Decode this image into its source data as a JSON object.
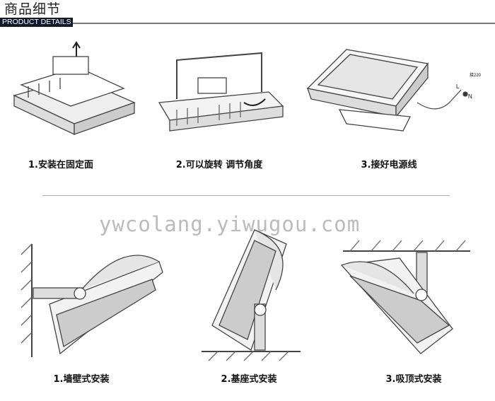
{
  "header": {
    "title": "商品细节",
    "subtitle": "PRODUCT DETAILS"
  },
  "steps": [
    {
      "label": "1.安装在固定面"
    },
    {
      "label": "2.可以旋转 调节角度"
    },
    {
      "label": "3.接好电源线"
    }
  ],
  "wiring": {
    "live": "L",
    "neutral": "N",
    "note": "接220"
  },
  "watermark": "ywcolang.yiwugou.com",
  "mounting": [
    {
      "label": "1.墙壁式安装"
    },
    {
      "label": "2.基座式安装"
    },
    {
      "label": "3.吸顶式安装"
    }
  ]
}
